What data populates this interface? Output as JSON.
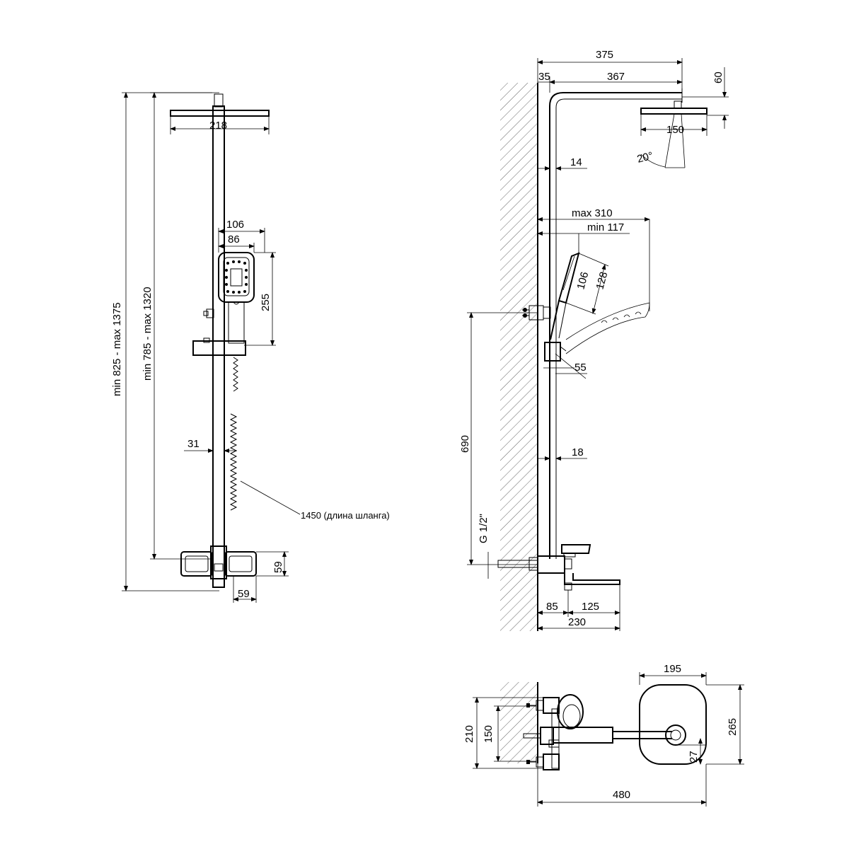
{
  "front_view": {
    "head_width": "218",
    "total_height": "min 825 - max 1375",
    "mixer_height": "min 785 - max 1320",
    "handheld_width_outer": "106",
    "handheld_width_inner": "86",
    "handheld_height": "255",
    "rail_offset": "31",
    "hose_length": "1450 (длина шланга)",
    "mixer_depth_vertical": "59",
    "mixer_depth_horizontal": "59"
  },
  "side_view": {
    "arm_total": "375",
    "wall_offset": "35",
    "arm_length": "367",
    "head_drop": "60",
    "head_diameter": "150",
    "angle": "20°",
    "pipe_offset": "14",
    "max_reach": "max 310",
    "min_reach": "min 117",
    "handset_106": "106",
    "handset_128": "128",
    "holder_55": "55",
    "outlet_height": "690",
    "connection": "G 1/2\"",
    "rail_offset": "18",
    "spout_85": "85",
    "spout_125": "125",
    "spout_total": "230"
  },
  "top_view": {
    "plate_width": "195",
    "height_210": "210",
    "height_150": "150",
    "plate_height": "265",
    "offset_27": "27",
    "total_length": "480"
  }
}
